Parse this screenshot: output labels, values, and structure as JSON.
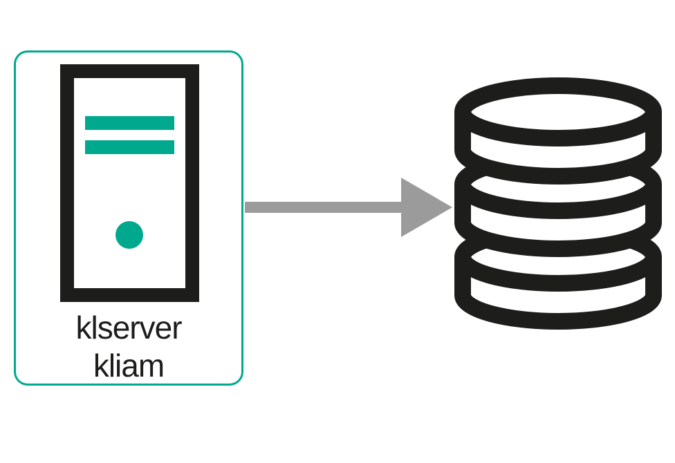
{
  "diagram": {
    "title": "server-to-database connection diagram",
    "server_node": {
      "label_line1": "klserver",
      "label_line2": "kliam",
      "icon": "server-tower-icon"
    },
    "database_node": {
      "icon": "database-icon"
    },
    "connector": {
      "type": "arrow",
      "direction": "right",
      "from": "server_node",
      "to": "database_node"
    },
    "colors": {
      "accent_teal": "#00a88e",
      "icon_black": "#1d1d1b",
      "arrow_gray": "#9b9b9b",
      "background": "#ffffff"
    }
  }
}
